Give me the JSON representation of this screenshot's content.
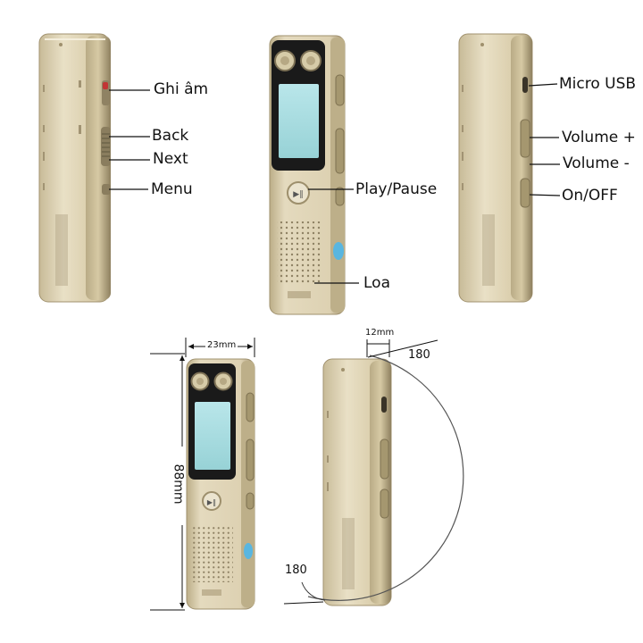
{
  "callouts": {
    "record": "Ghi âm",
    "back": "Back",
    "next": "Next",
    "menu": "Menu",
    "play_pause": "Play/Pause",
    "speaker": "Loa",
    "micro_usb": "Micro USB",
    "volume_up": "Volume +",
    "volume_down": "Volume -",
    "power": "On/OFF"
  },
  "dimensions": {
    "width": "23mm",
    "height": "88mm",
    "thickness": "12mm",
    "angle_top": "180",
    "angle_bottom": "180"
  },
  "colors": {
    "body": "#d9cdae",
    "screen": "#a9dde1",
    "screen_frame": "#1a1a1a",
    "accent": "#59b6e0"
  }
}
